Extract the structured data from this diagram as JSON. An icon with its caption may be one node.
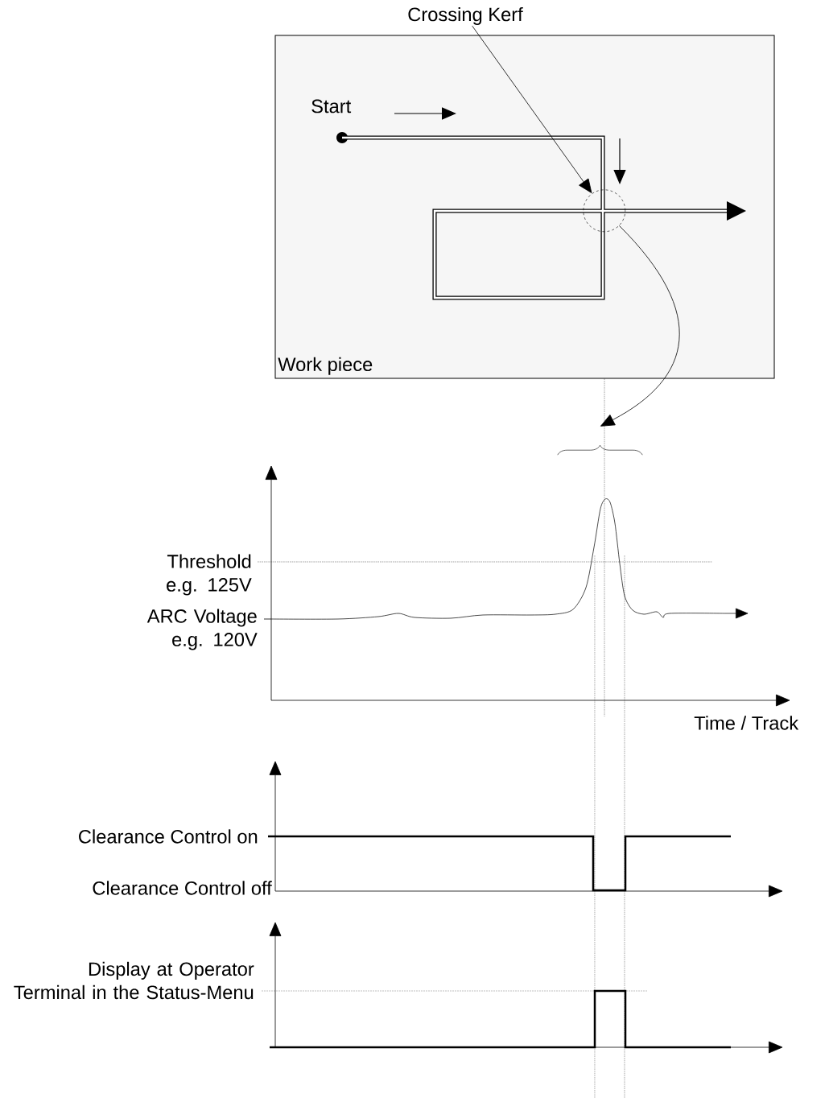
{
  "diagram": {
    "nodes": [
      {
        "text": [
          "Work piece"
        ]
      },
      {
        "text": [
          "Crossing Kerf"
        ]
      },
      {
        "text": [],
        "shape": "circle",
        "in": 0
      },
      {
        "text": [],
        "shape": "brace"
      }
    ],
    "edges": [
      {
        "from": 1,
        "to": 2,
        "arrow": "to"
      },
      {
        "from": 2,
        "to": 3,
        "arrow": "to"
      }
    ],
    "labels": [
      "Start",
      "Threshold e.g. 125V",
      "ARC Voltage e.g. 120V",
      "Time / Track",
      "Clearance Control on",
      "Clearance Control off",
      "Display at Operator Terminal in the Status-Menu"
    ]
  }
}
